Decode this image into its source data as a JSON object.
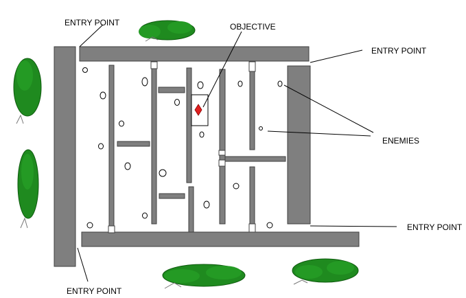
{
  "labels": {
    "entry_top_left": "ENTRY POINT",
    "entry_top_right": "ENTRY POINT",
    "entry_bottom_right": "ENTRY POINT",
    "entry_bottom_left": "ENTRY POINT",
    "objective": "OBJECTIVE",
    "enemies": "ENEMIES"
  },
  "colors": {
    "wall": "#7f7f7f",
    "wall_stroke": "#3f3f3f",
    "bush": "#1f8a1f",
    "bush_dark": "#0e5a0e",
    "objective_marker": "#e02020",
    "line": "#000000"
  },
  "icons": {
    "enemy": "enemy-marker-icon",
    "objective": "diamond-icon",
    "vegetation": "bush-icon",
    "door": "door-icon"
  }
}
